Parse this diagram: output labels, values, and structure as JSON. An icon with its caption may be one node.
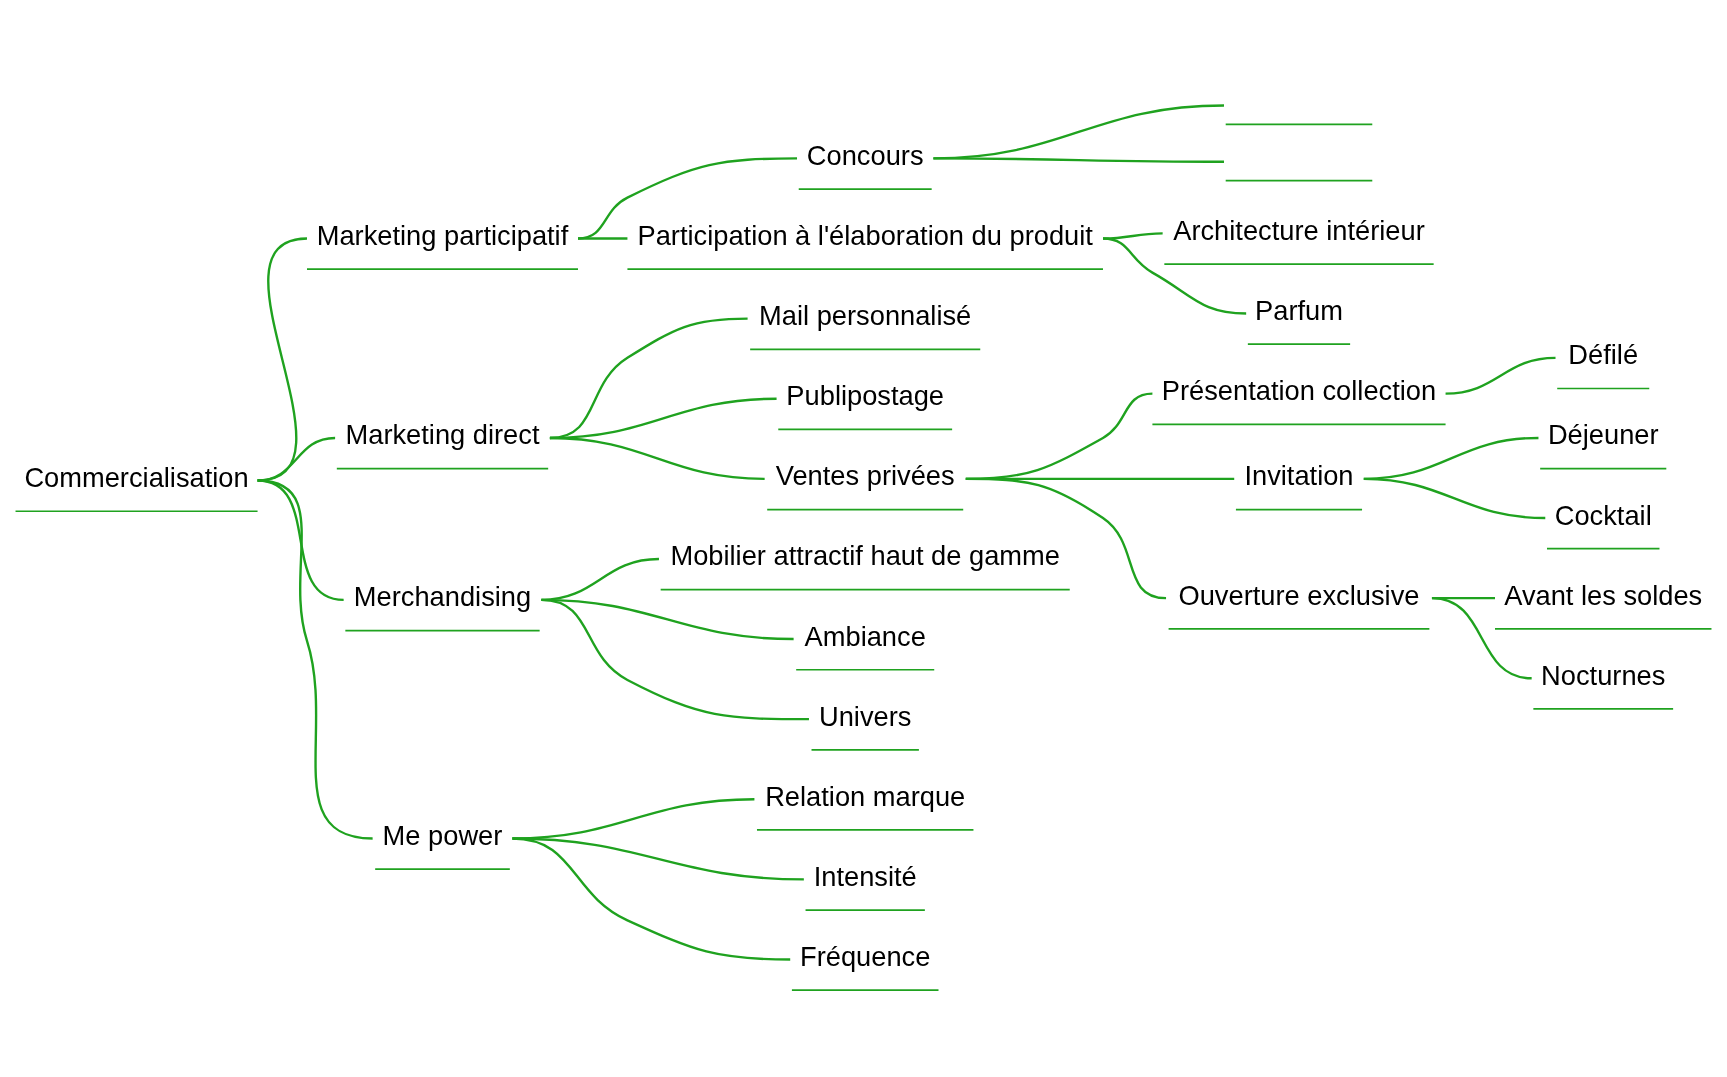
{
  "diagram": {
    "nodes": [
      {
        "text": [
          "Commercialisation"
        ]
      },
      {
        "text": [
          "Marketing participatif"
        ]
      },
      {
        "text": [
          "Concours"
        ]
      },
      {
        "text": [],
        "shape": "line"
      },
      {
        "text": [],
        "shape": "line"
      },
      {
        "text": [
          "Participation à l'élaboration du produit"
        ]
      },
      {
        "text": [
          "Architecture intérieur"
        ]
      },
      {
        "text": [
          "Parfum"
        ]
      },
      {
        "text": [
          "Marketing direct"
        ]
      },
      {
        "text": [
          "Mail personnalisé"
        ]
      },
      {
        "text": [
          "Publipostage"
        ]
      },
      {
        "text": [
          "Ventes privées"
        ]
      },
      {
        "text": [
          "Présentation collection"
        ]
      },
      {
        "text": [
          "Défilé"
        ]
      },
      {
        "text": [
          "Invitation"
        ]
      },
      {
        "text": [
          "Déjeuner"
        ]
      },
      {
        "text": [
          "Cocktail"
        ]
      },
      {
        "text": [
          "Ouverture exclusive"
        ]
      },
      {
        "text": [
          "Avant les soldes"
        ]
      },
      {
        "text": [
          "Nocturnes"
        ]
      },
      {
        "text": [
          "Merchandising"
        ]
      },
      {
        "text": [
          "Mobilier attractif haut de gamme"
        ]
      },
      {
        "text": [
          "Ambiance"
        ]
      },
      {
        "text": [
          "Univers"
        ]
      },
      {
        "text": [
          "Me power"
        ]
      },
      {
        "text": [
          "Relation marque"
        ]
      },
      {
        "text": [
          "Intensité"
        ]
      },
      {
        "text": [
          "Fréquence"
        ]
      }
    ],
    "edges": [
      {
        "from": 0,
        "to": 1,
        "arrow": "none"
      },
      {
        "from": 1,
        "to": 2,
        "arrow": "none"
      },
      {
        "from": 2,
        "to": 3,
        "arrow": "none"
      },
      {
        "from": 2,
        "to": 4,
        "arrow": "none"
      },
      {
        "from": 1,
        "to": 5,
        "arrow": "none"
      },
      {
        "from": 5,
        "to": 6,
        "arrow": "none"
      },
      {
        "from": 5,
        "to": 7,
        "arrow": "none"
      },
      {
        "from": 0,
        "to": 8,
        "arrow": "none"
      },
      {
        "from": 8,
        "to": 9,
        "arrow": "none"
      },
      {
        "from": 8,
        "to": 10,
        "arrow": "none"
      },
      {
        "from": 8,
        "to": 11,
        "arrow": "none"
      },
      {
        "from": 11,
        "to": 12,
        "arrow": "none"
      },
      {
        "from": 12,
        "to": 13,
        "arrow": "none"
      },
      {
        "from": 11,
        "to": 14,
        "arrow": "none"
      },
      {
        "from": 14,
        "to": 15,
        "arrow": "none"
      },
      {
        "from": 14,
        "to": 16,
        "arrow": "none"
      },
      {
        "from": 11,
        "to": 17,
        "arrow": "none"
      },
      {
        "from": 17,
        "to": 18,
        "arrow": "none"
      },
      {
        "from": 17,
        "to": 19,
        "arrow": "none"
      },
      {
        "from": 0,
        "to": 20,
        "arrow": "none"
      },
      {
        "from": 20,
        "to": 21,
        "arrow": "none"
      },
      {
        "from": 20,
        "to": 22,
        "arrow": "none"
      },
      {
        "from": 20,
        "to": 23,
        "arrow": "none"
      },
      {
        "from": 0,
        "to": 24,
        "arrow": "none"
      },
      {
        "from": 24,
        "to": 25,
        "arrow": "none"
      },
      {
        "from": 24,
        "to": 26,
        "arrow": "none"
      },
      {
        "from": 24,
        "to": 27,
        "arrow": "none"
      }
    ]
  }
}
